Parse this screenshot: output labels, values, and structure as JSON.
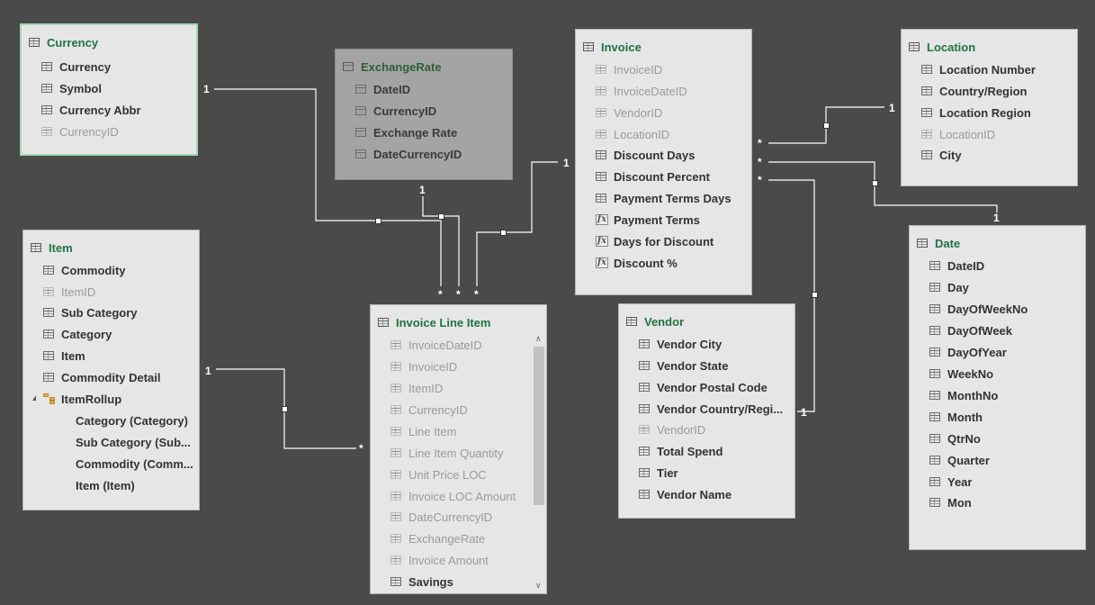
{
  "tables": {
    "currency": {
      "title": "Currency",
      "fields": [
        "Currency",
        "Symbol",
        "Currency Abbr",
        "CurrencyID"
      ]
    },
    "exchange_rate": {
      "title": "ExchangeRate",
      "fields": [
        "DateID",
        "CurrencyID",
        "Exchange Rate",
        "DateCurrencyID"
      ]
    },
    "invoice": {
      "title": "Invoice",
      "fields": [
        "InvoiceID",
        "InvoiceDateID",
        "VendorID",
        "LocationID",
        "Discount Days",
        "Discount Percent",
        "Payment Terms Days",
        "Payment Terms",
        "Days for Discount",
        "Discount %"
      ]
    },
    "location": {
      "title": "Location",
      "fields": [
        "Location Number",
        "Country/Region",
        "Location Region",
        "LocationID",
        "City"
      ]
    },
    "item": {
      "title": "Item",
      "fields": [
        "Commodity",
        "ItemID",
        "Sub Category",
        "Category",
        "Item",
        "Commodity Detail",
        "ItemRollup",
        "Category (Category)",
        "Sub Category (Sub...",
        "Commodity (Comm...",
        "Item (Item)"
      ]
    },
    "invoice_line_item": {
      "title": "Invoice Line Item",
      "fields": [
        "InvoiceDateID",
        "InvoiceID",
        "ItemID",
        "CurrencyID",
        "Line Item",
        "Line Item Quantity",
        "Unit Price LOC",
        "Invoice LOC Amount",
        "DateCurrencyID",
        "ExchangeRate",
        "Invoice Amount",
        "Savings"
      ]
    },
    "vendor": {
      "title": "Vendor",
      "fields": [
        "Vendor City",
        "Vendor State",
        "Vendor Postal Code",
        "Vendor Country/Regi...",
        "VendorID",
        "Total Spend",
        "Tier",
        "Vendor Name"
      ]
    },
    "date": {
      "title": "Date",
      "fields": [
        "DateID",
        "Day",
        "DayOfWeekNo",
        "DayOfWeek",
        "DayOfYear",
        "WeekNo",
        "MonthNo",
        "Month",
        "QtrNo",
        "Quarter",
        "Year",
        "Mon"
      ]
    }
  },
  "cardinality": {
    "one": "1",
    "many": "*"
  },
  "icons": {
    "column": "table-column-icon",
    "calculated": "calculated-field-icon",
    "hierarchy": "hierarchy-icon"
  }
}
